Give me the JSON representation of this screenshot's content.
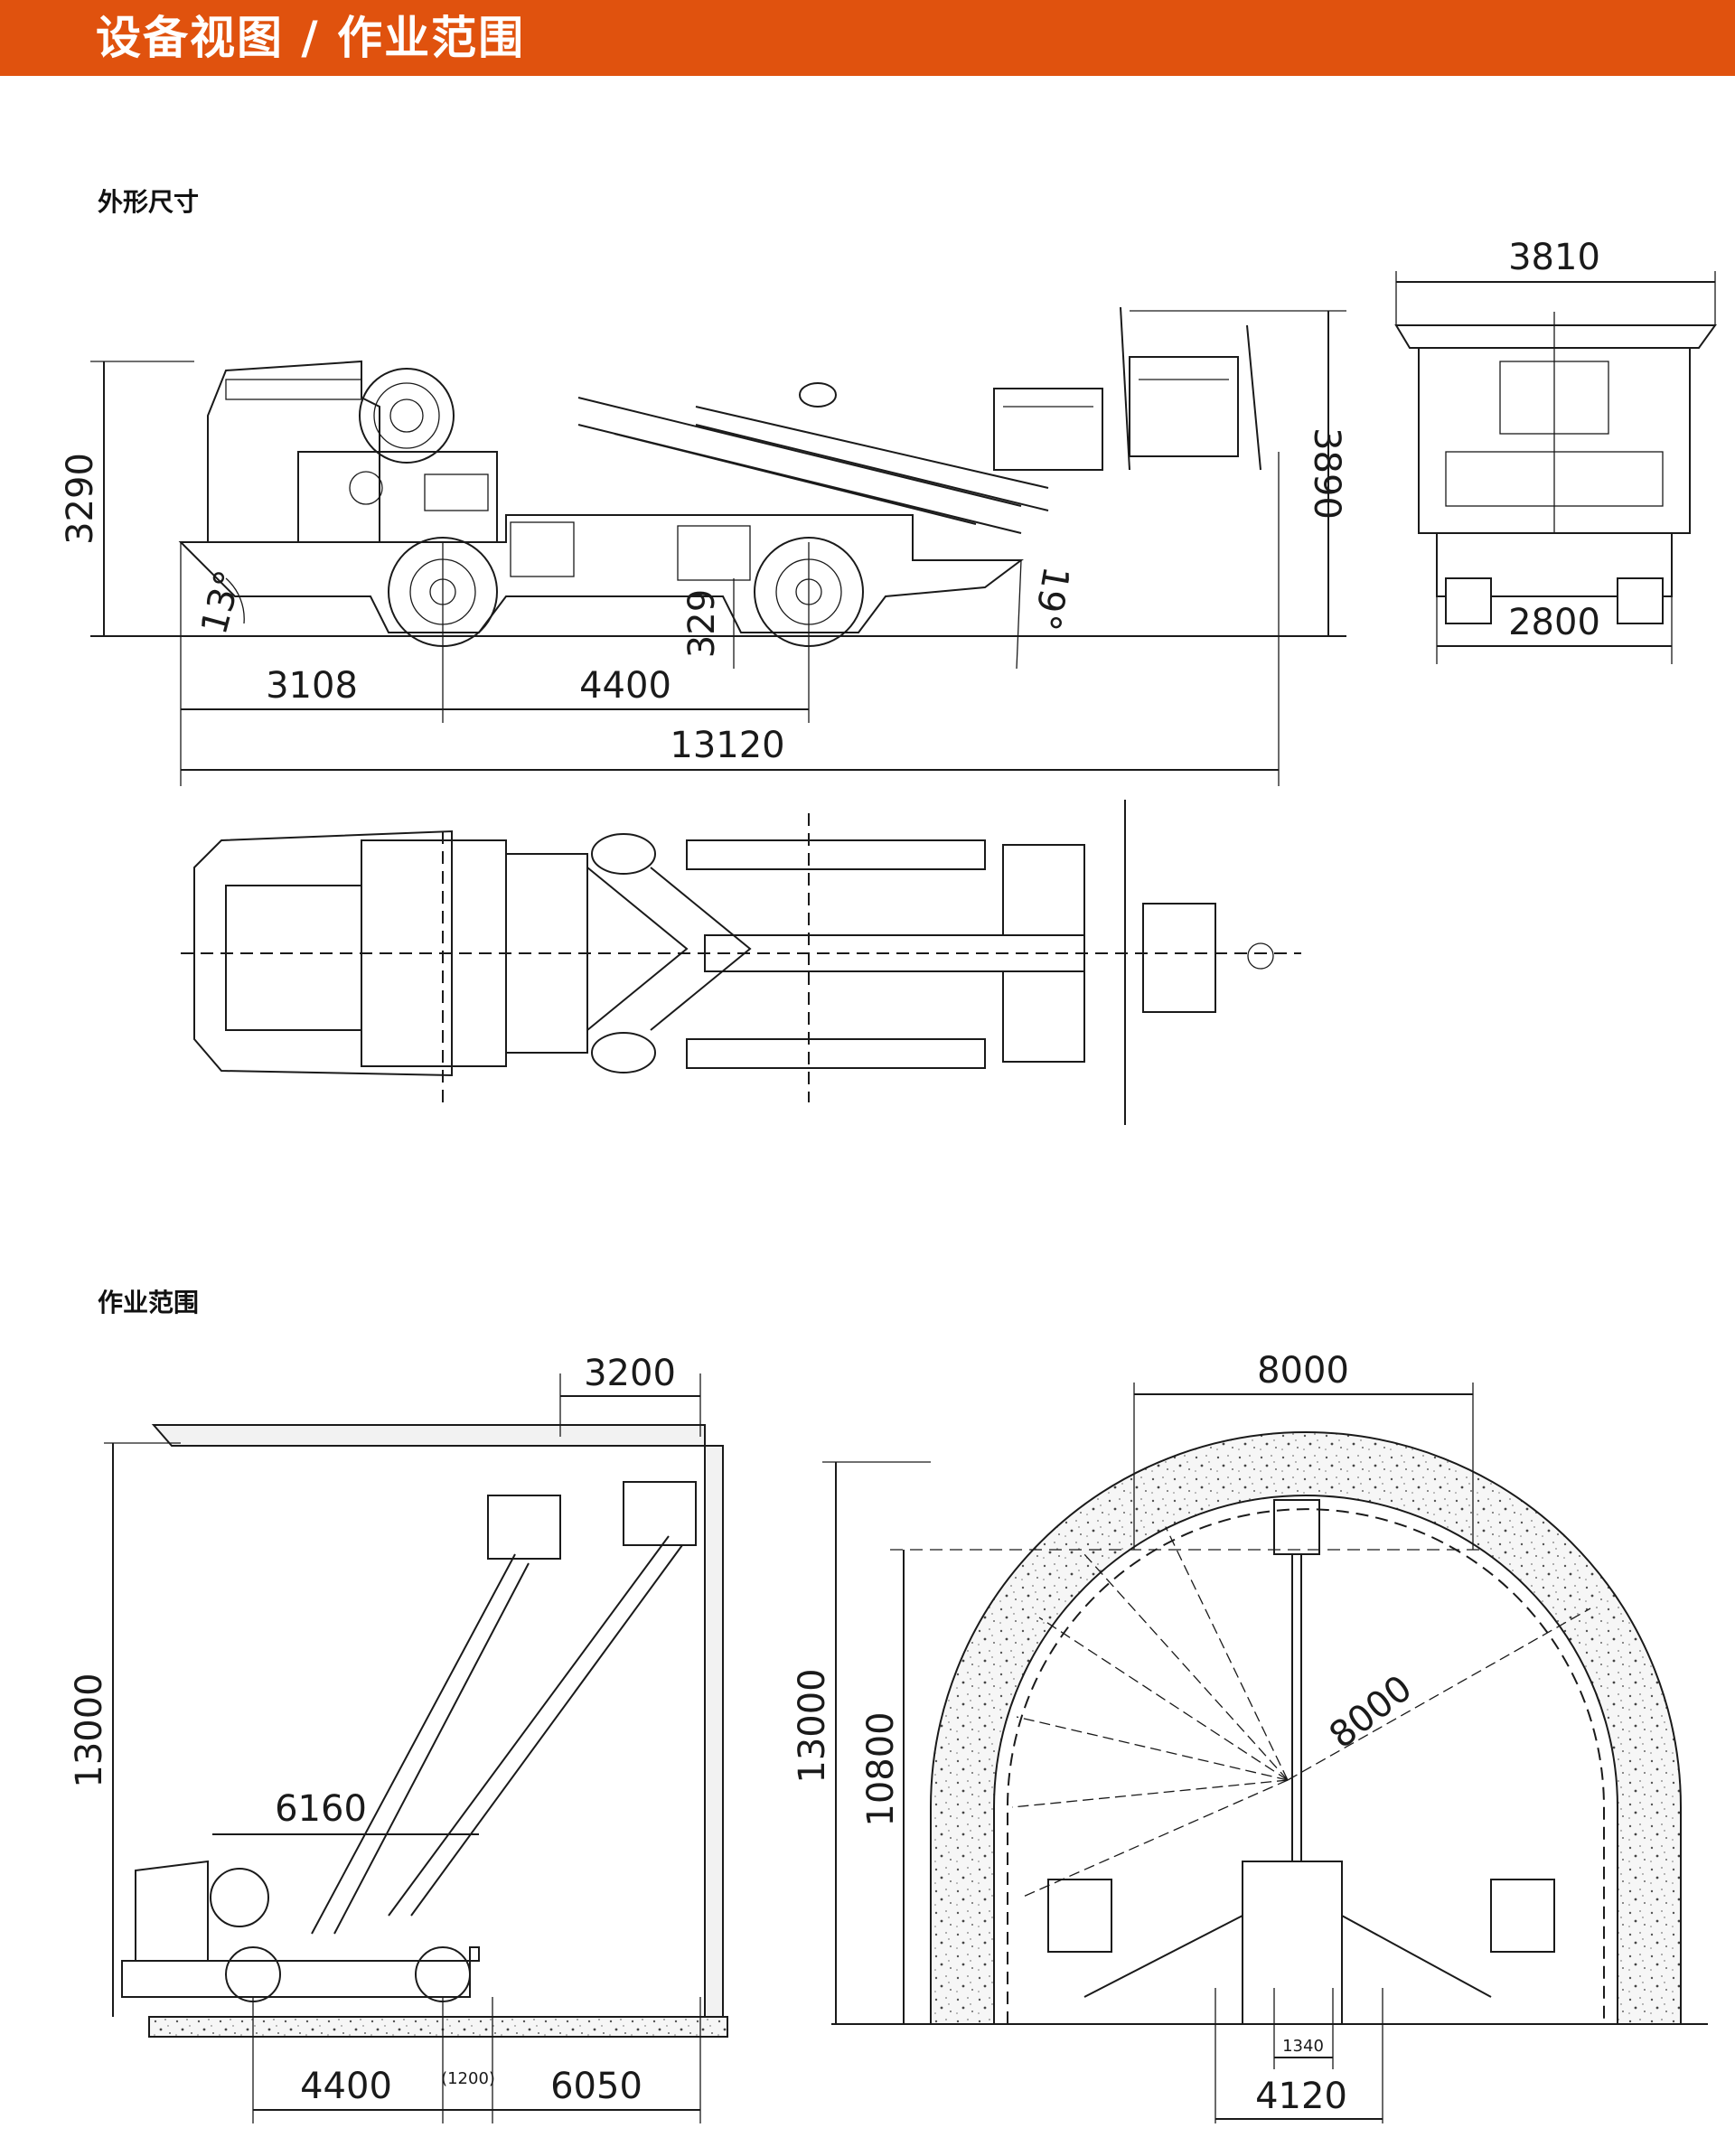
{
  "header": {
    "title": "设备视图 / 作业范围",
    "accent_color": "#e0520e"
  },
  "sections": {
    "dimensions": {
      "heading": "外形尺寸"
    },
    "working_range": {
      "heading": "作业范围"
    }
  },
  "side_view": {
    "height": "3290",
    "overall_height": "3890",
    "front_length": "3108",
    "wheelbase": "4400",
    "overall_length": "13120",
    "ground_clearance": "329",
    "approach_angle": "13°",
    "departure_angle": "19°"
  },
  "front_view": {
    "width_top": "3810",
    "width_bottom": "2800"
  },
  "working_side": {
    "top_reach": "3200",
    "height": "13000",
    "boom_reach": "6160",
    "wheelbase": "4400",
    "offset": "(1200)",
    "forward_reach": "6050"
  },
  "working_section": {
    "top_width": "8000",
    "height": "13000",
    "vertical_reach": "10800",
    "radius": "8000",
    "track": "1340",
    "base_width": "4120"
  }
}
